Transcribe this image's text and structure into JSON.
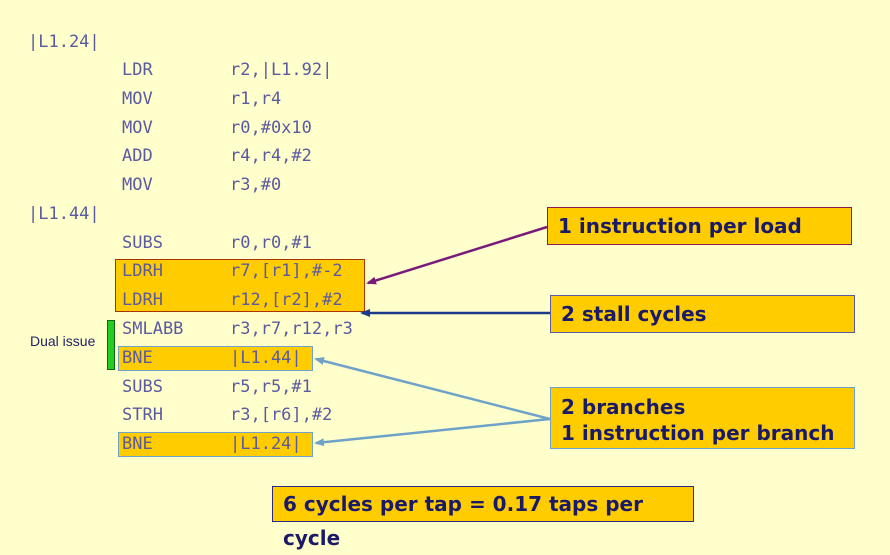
{
  "labels": {
    "l124": "|L1.24|",
    "l144": "|L1.44|"
  },
  "instructions": [
    {
      "op": "LDR",
      "args": "r2,|L1.92|"
    },
    {
      "op": "MOV",
      "args": "r1,r4"
    },
    {
      "op": "MOV",
      "args": "r0,#0x10"
    },
    {
      "op": "ADD",
      "args": "r4,r4,#2"
    },
    {
      "op": "MOV",
      "args": "r3,#0"
    },
    {
      "op": "SUBS",
      "args": "r0,r0,#1"
    },
    {
      "op": "LDRH",
      "args": "r7,[r1],#-2"
    },
    {
      "op": "LDRH",
      "args": "r12,[r2],#2"
    },
    {
      "op": "SMLABB",
      "args": "r3,r7,r12,r3"
    },
    {
      "op": "BNE",
      "args": "|L1.44|"
    },
    {
      "op": "SUBS",
      "args": "r5,r5,#1"
    },
    {
      "op": "STRH",
      "args": "r3,[r6],#2"
    },
    {
      "op": "BNE",
      "args": "|L1.24|"
    }
  ],
  "dual_issue_label": "Dual issue",
  "callouts": {
    "load": "1 instruction per load",
    "stall": "2 stall cycles",
    "branches_line1": "2 branches",
    "branches_line2": "1 instruction per branch",
    "summary": "6 cycles per tap = 0.17 taps per cycle"
  },
  "colors": {
    "background": "#ffffcc",
    "highlight": "#ffcc00",
    "code_text": "#5a5aa0",
    "callout_text": "#1a1a66",
    "arrow_purple": "#7a1a7a",
    "arrow_navy": "#1a3a8a",
    "arrow_teal": "#6fa2c8",
    "dual_issue_bar": "#22cc22"
  }
}
